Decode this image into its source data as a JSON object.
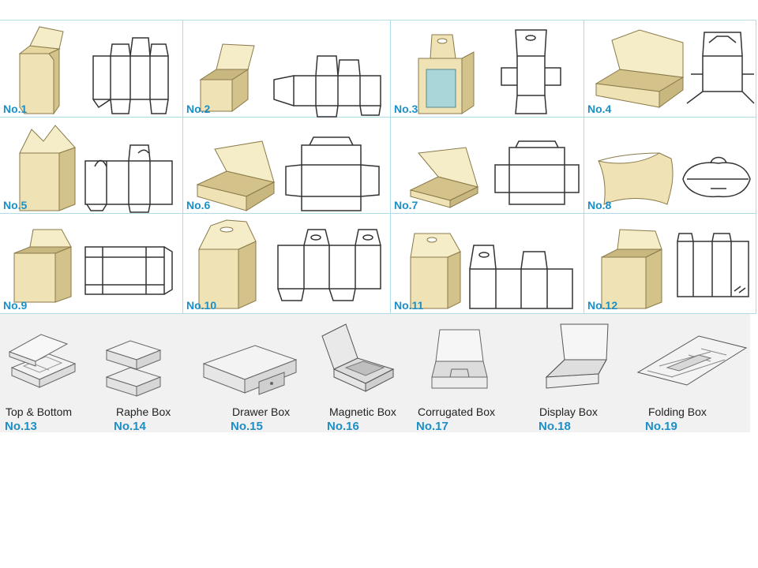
{
  "grid_labels": [
    "No.1",
    "No.2",
    "No.3",
    "No.4",
    "No.5",
    "No.6",
    "No.7",
    "No.8",
    "No.9",
    "No.10",
    "No.11",
    "No.12"
  ],
  "bottom_items": [
    {
      "name": "Top & Bottom",
      "no": "No.13"
    },
    {
      "name": "Raphe Box",
      "no": "No.14"
    },
    {
      "name": "Drawer Box",
      "no": "No.15"
    },
    {
      "name": "Magnetic Box",
      "no": "No.16"
    },
    {
      "name": "Corrugated  Box",
      "no": "No.17"
    },
    {
      "name": "Display Box",
      "no": "No.18"
    },
    {
      "name": "Folding Box",
      "no": "No.19"
    }
  ],
  "colors": {
    "box_fill": "#efe3b6",
    "box_dark": "#d3c28a",
    "box_stroke": "#8a7a4a",
    "label": "#1b8fc6",
    "grid_line": "#aedbe6"
  }
}
